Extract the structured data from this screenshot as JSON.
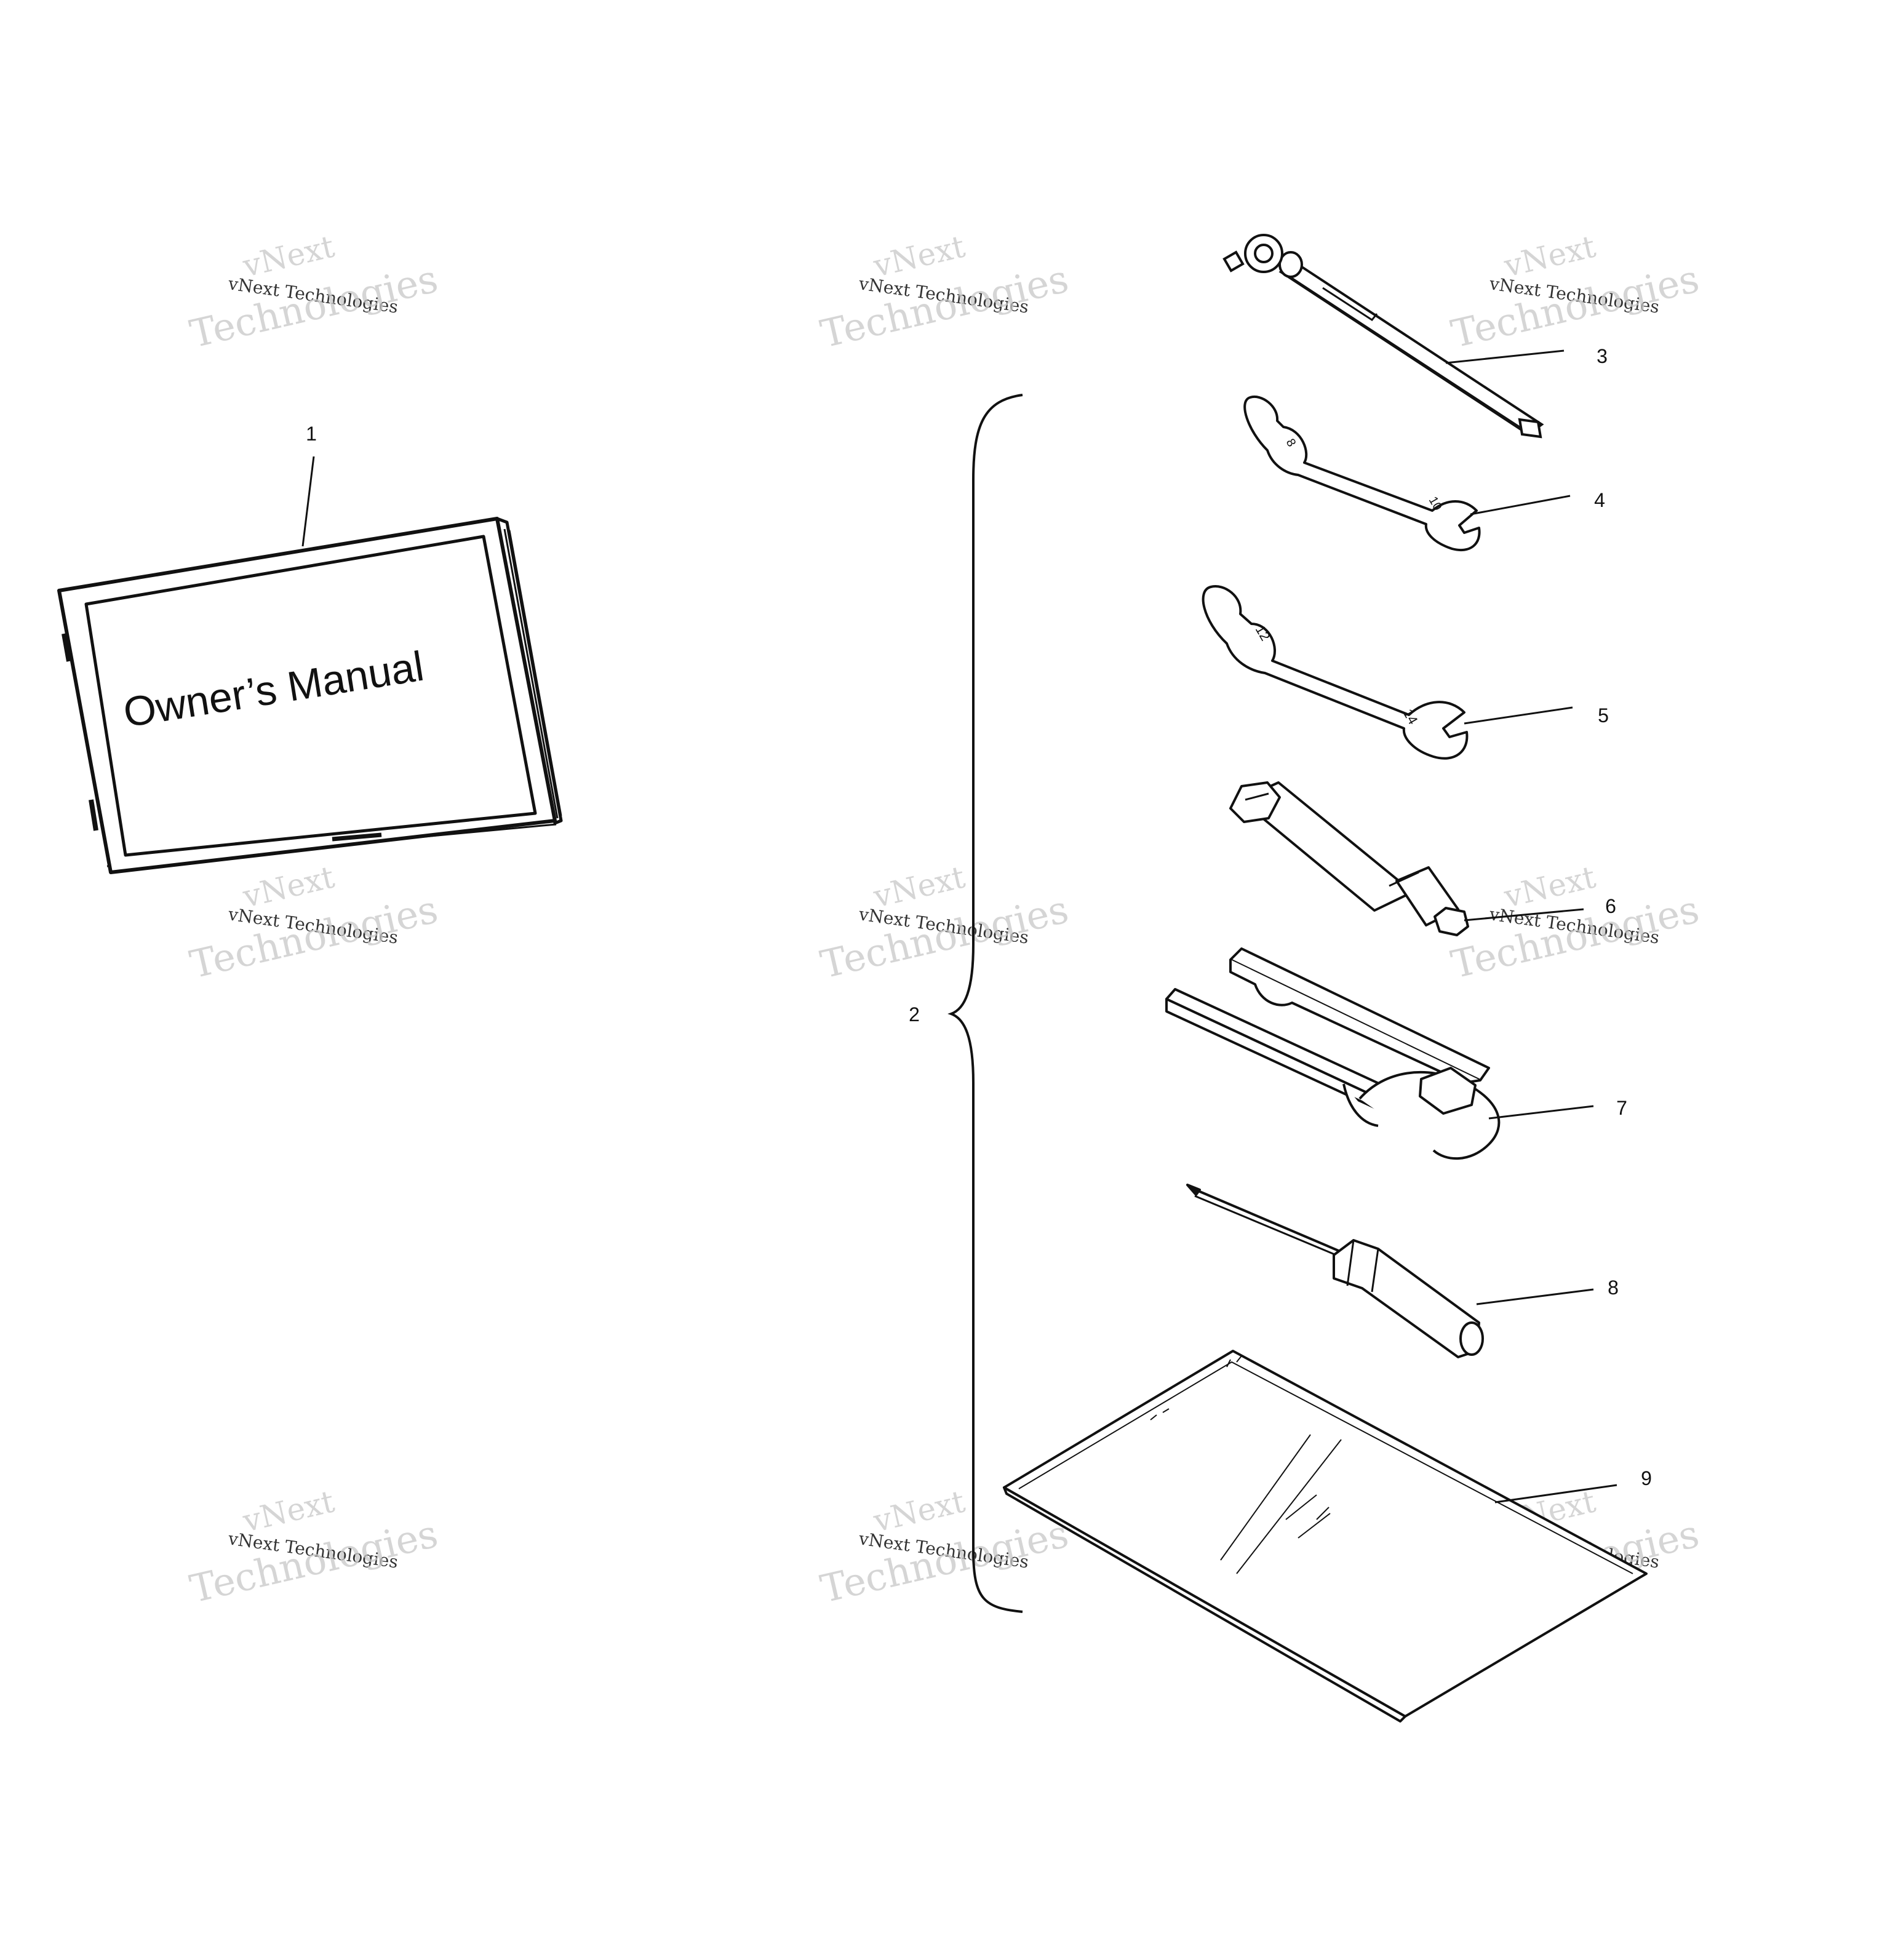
{
  "diagram": {
    "manual_cover_text": "Owner’s Manual",
    "callouts": [
      "1",
      "2",
      "3",
      "4",
      "5",
      "6",
      "7",
      "8",
      "9"
    ],
    "watermark": {
      "line_small": "vNext Technologies",
      "line_top": "vNext",
      "line_big": "Technologies"
    }
  },
  "colors": {
    "ink": "#111111",
    "watermark": "#c8c8c8",
    "background": "#ffffff"
  }
}
